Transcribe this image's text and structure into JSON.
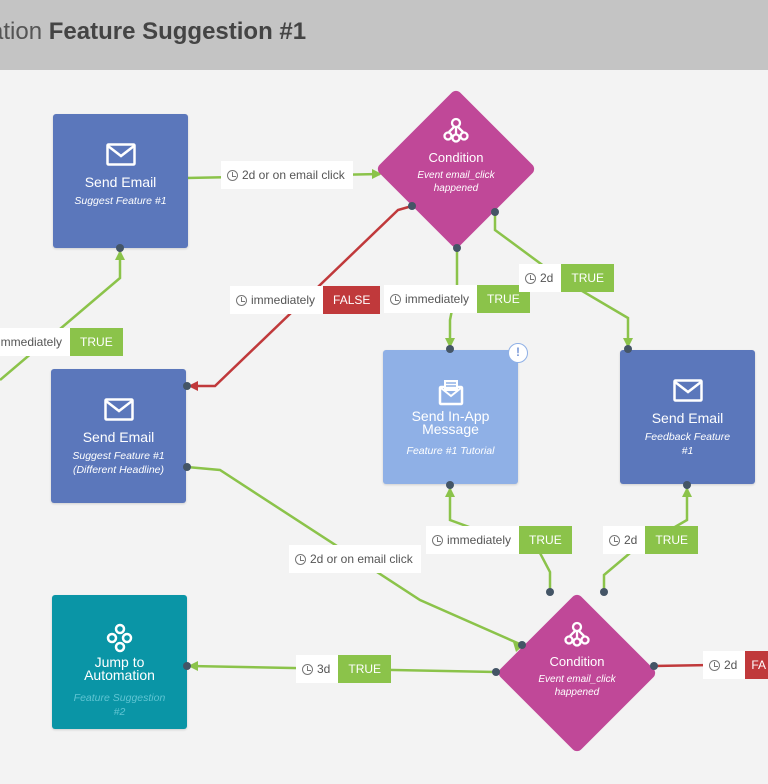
{
  "header": {
    "prefix": "ation",
    "title": "Feature Suggestion #1"
  },
  "nodes": {
    "email1": {
      "title": "Send Email",
      "subtitle": "Suggest Feature #1"
    },
    "email2": {
      "title": "Send Email",
      "subtitle": "Suggest Feature #1 (Different Headline)"
    },
    "inapp": {
      "title": "Send In-App Message",
      "subtitle": "Feature #1 Tutorial",
      "warning": "!"
    },
    "email3": {
      "title": "Send Email",
      "subtitle": "Feedback Feature #1"
    },
    "jump": {
      "title": "Jump to Automation",
      "subtitle": "Feature Suggestion #2"
    },
    "cond1": {
      "title": "Condition",
      "subtitle": "Event email_click happened"
    },
    "cond2": {
      "title": "Condition",
      "subtitle": "Event email_click happened"
    }
  },
  "labels": {
    "l1": {
      "text": "2d or on email click"
    },
    "l2": {
      "text": "immediately",
      "tag": "TRUE"
    },
    "l3": {
      "text": "immediately",
      "tag": "FALSE"
    },
    "l4": {
      "text": "immediately",
      "tag": "TRUE"
    },
    "l5": {
      "text": "2d",
      "tag": "TRUE"
    },
    "l6": {
      "text": "immediately",
      "tag": "TRUE"
    },
    "l7": {
      "text": "2d",
      "tag": "TRUE"
    },
    "l8": {
      "text": "2d or on email click"
    },
    "l9": {
      "text": "3d",
      "tag": "TRUE"
    },
    "l10": {
      "text": "2d",
      "tag": "FA"
    }
  },
  "colors": {
    "true": "#8bc34a",
    "false": "#c0393b",
    "condition": "#c04898",
    "email": "#5b77bb",
    "inapp": "#8fb0e6",
    "jump": "#0a95a6"
  }
}
